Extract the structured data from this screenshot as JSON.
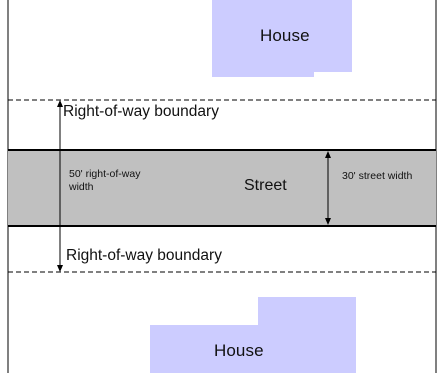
{
  "colors": {
    "house_fill": "#ccccff",
    "street_fill": "#c0c0c0",
    "line": "#000000"
  },
  "houses": {
    "top_label": "House",
    "bottom_label": "House"
  },
  "boundaries": {
    "top_label": "Right-of-way boundary",
    "bottom_label": "Right-of-way boundary"
  },
  "street": {
    "label": "Street",
    "right_of_way_width_label_line1": "50' right-of-way",
    "right_of_way_width_label_line2": "width",
    "street_width_label": "30' street width"
  }
}
